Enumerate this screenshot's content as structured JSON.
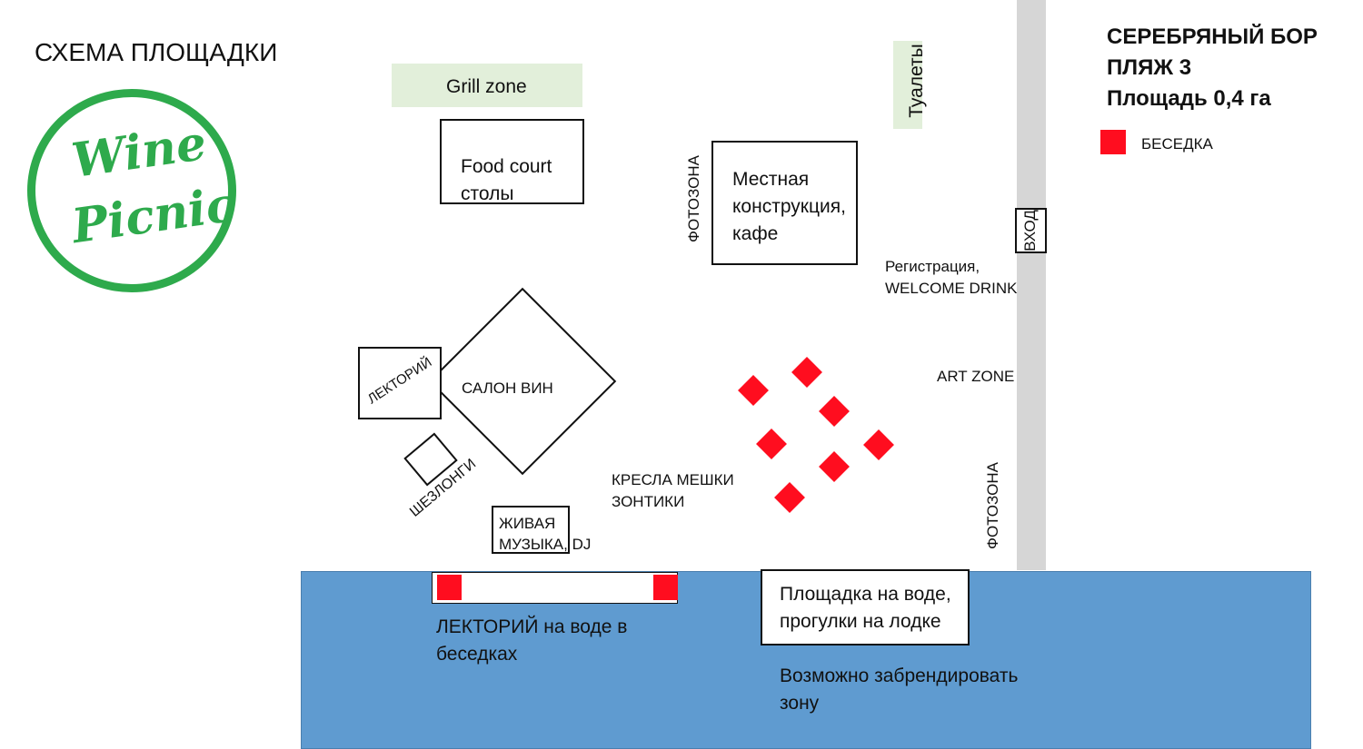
{
  "colors": {
    "water": "#5f9bd0",
    "road": "#d6d6d6",
    "grill": "#e2efda",
    "red": "#ff0d1f",
    "logo_green": "#2eaa4c"
  },
  "header": {
    "title": "СХЕМА ПЛОЩАДКИ",
    "location_line1": "СЕРЕБРЯНЫЙ БОР",
    "location_line2": "ПЛЯЖ 3",
    "area": "Площадь 0,4 га"
  },
  "logo": {
    "line1": "Wine",
    "line2": "Picnic"
  },
  "legend": {
    "icon": "red-square-icon",
    "label": "БЕСЕДКА"
  },
  "zones": {
    "grill": "Grill zone",
    "food_court_line1": "Food court",
    "food_court_line2": "столы",
    "toilets": "Туалеты",
    "photozone": "ФОТОЗОНА",
    "local_line1": "Местная",
    "local_line2": "конструкция,",
    "local_line3": "кафе",
    "entrance": "ВХОД",
    "registration_line1": "Регистрация,",
    "registration_line2": "WELCOME DRINK",
    "art_zone": "ART ZONE",
    "lecture": "ЛЕКТОРИЙ",
    "wine_salon": "САЛОН ВИН",
    "loungers": "ШЕЗЛОНГИ",
    "music_line1": "ЖИВАЯ",
    "music_line2": "МУЗЫКА, DJ",
    "beanbags_line1": "КРЕСЛА МЕШКИ",
    "beanbags_line2": "ЗОНТИКИ",
    "photozone2": "ФОТОЗОНА",
    "water_lecture_line1": "ЛЕКТОРИЙ  на воде в",
    "water_lecture_line2": "беседках",
    "water_platform_line1": "Площадка на воде,",
    "water_platform_line2": "прогулки на лодке",
    "brand_line1": "Возможно забрендировать",
    "brand_line2": "зону"
  }
}
